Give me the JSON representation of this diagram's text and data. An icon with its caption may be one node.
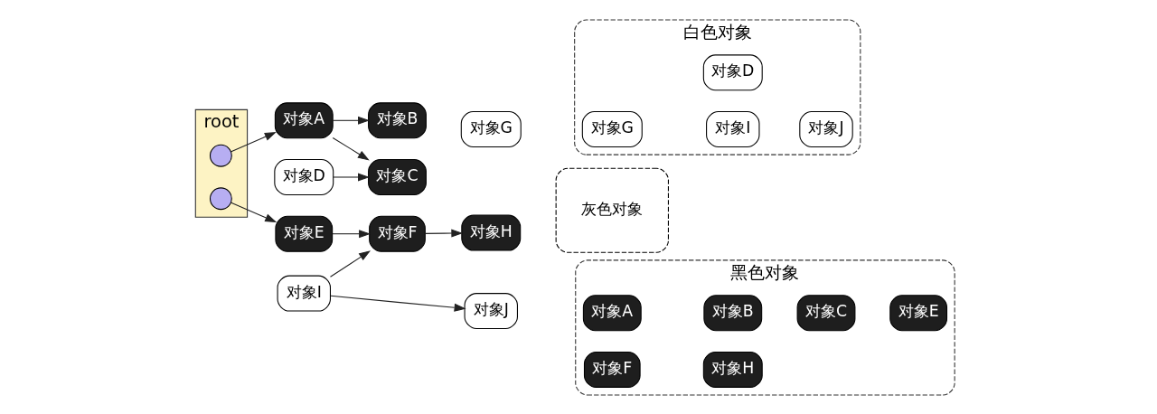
{
  "diagram": {
    "nodes": [
      {
        "text": [
          "root"
        ]
      },
      {
        "text": [],
        "shape": "circle",
        "in": 0
      },
      {
        "text": [],
        "shape": "circle",
        "in": 0
      },
      {
        "text": [
          "对象A"
        ]
      },
      {
        "text": [
          "对象B"
        ]
      },
      {
        "text": [
          "对象G"
        ]
      },
      {
        "text": [
          "对象C"
        ]
      },
      {
        "text": [
          "对象D"
        ]
      },
      {
        "text": [
          "对象E"
        ]
      },
      {
        "text": [
          "对象F"
        ]
      },
      {
        "text": [
          "对象H"
        ]
      },
      {
        "text": [
          "对象I"
        ]
      },
      {
        "text": [
          "对象J"
        ]
      },
      {
        "text": [
          "白色对象"
        ]
      },
      {
        "text": [
          "对象D"
        ],
        "in": 13
      },
      {
        "text": [
          "对象G"
        ],
        "in": 13
      },
      {
        "text": [
          "对象I"
        ],
        "in": 13
      },
      {
        "text": [
          "对象J"
        ],
        "in": 13
      },
      {
        "text": [
          "灰色对象"
        ]
      },
      {
        "text": [
          "黑色对象"
        ]
      },
      {
        "text": [
          "对象A"
        ],
        "in": 19
      },
      {
        "text": [
          "对象B"
        ],
        "in": 19
      },
      {
        "text": [
          "对象C"
        ],
        "in": 19
      },
      {
        "text": [
          "对象E"
        ],
        "in": 19
      },
      {
        "text": [
          "对象F"
        ],
        "in": 19
      },
      {
        "text": [
          "对象H"
        ],
        "in": 19
      }
    ],
    "edges": [
      {
        "from": 1,
        "to": 3,
        "arrow": "to"
      },
      {
        "from": 2,
        "to": 8,
        "arrow": "to"
      },
      {
        "from": 3,
        "to": 4,
        "arrow": "to"
      },
      {
        "from": 3,
        "to": 6,
        "arrow": "to"
      },
      {
        "from": 7,
        "to": 6,
        "arrow": "to"
      },
      {
        "from": 8,
        "to": 9,
        "arrow": "to"
      },
      {
        "from": 9,
        "to": 10,
        "arrow": "to"
      },
      {
        "from": 11,
        "to": 9,
        "arrow": "to"
      },
      {
        "from": 11,
        "to": 12,
        "arrow": "to"
      }
    ]
  }
}
